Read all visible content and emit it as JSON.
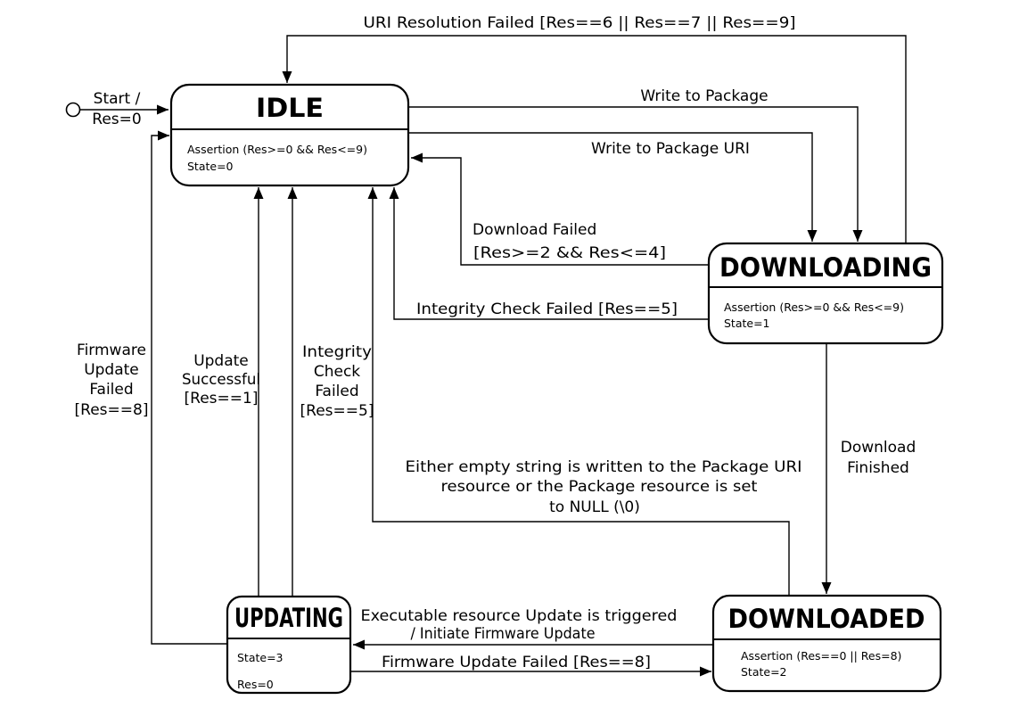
{
  "figure": {
    "kind": "firmware-update-state-machine",
    "background_color": "#ffffff",
    "line_color": "#000000"
  },
  "initial": {
    "label_lines": [
      "Start /",
      "Res=0"
    ],
    "to": "IDLE"
  },
  "states": {
    "idle": {
      "title": "IDLE",
      "body_lines": [
        "Assertion (Res>=0 && Res<=9)",
        "State=0"
      ]
    },
    "downloading": {
      "title": "DOWNLOADING",
      "body_lines": [
        "Assertion (Res>=0 && Res<=9)",
        "State=1"
      ]
    },
    "downloaded": {
      "title": "DOWNLOADED",
      "body_lines": [
        "Assertion (Res==0 || Res=8)",
        "State=2"
      ]
    },
    "updating": {
      "title": "UPDATING",
      "body_lines": [
        "State=3",
        "Res=0"
      ]
    }
  },
  "transitions": {
    "uri_resolution_failed": {
      "from": "DOWNLOADING",
      "to": "IDLE",
      "label_lines": [
        "URI Resolution Failed [Res==6 || Res==7 || Res==9]"
      ]
    },
    "write_to_package": {
      "from": "IDLE",
      "to": "DOWNLOADING",
      "label_lines": [
        "Write to Package"
      ]
    },
    "write_to_package_uri": {
      "from": "IDLE",
      "to": "DOWNLOADING",
      "label_lines": [
        "Write to Package URI"
      ]
    },
    "download_failed": {
      "from": "DOWNLOADING",
      "to": "IDLE",
      "label_lines": [
        "Download Failed",
        "[Res>=2 && Res<=4]"
      ]
    },
    "integrity_check_failed_downloading": {
      "from": "DOWNLOADING",
      "to": "IDLE",
      "label_lines": [
        "Integrity Check Failed [Res==5]"
      ]
    },
    "download_finished": {
      "from": "DOWNLOADING",
      "to": "DOWNLOADED",
      "label_lines": [
        "Download",
        "Finished"
      ]
    },
    "package_cleared": {
      "from": "DOWNLOADED",
      "to": "IDLE",
      "label_lines": [
        "Either empty string is written to the Package URI",
        "resource or the Package resource is set",
        "to NULL (\\0)"
      ]
    },
    "firmware_update_failed_to_idle": {
      "from": "UPDATING",
      "to": "IDLE",
      "label_lines": [
        "Firmware",
        "Update",
        "Failed",
        "[Res==8]"
      ]
    },
    "update_successful": {
      "from": "UPDATING",
      "to": "IDLE",
      "label_lines": [
        "Update",
        "Successful",
        "[Res==1]"
      ]
    },
    "integrity_check_failed_updating": {
      "from": "UPDATING",
      "to": "IDLE",
      "label_lines": [
        "Integrity",
        "Check",
        "Failed",
        "[Res==5]"
      ]
    },
    "execute_update": {
      "from": "DOWNLOADED",
      "to": "UPDATING",
      "label_lines": [
        "Executable resource Update is triggered",
        "/ Initiate Firmware Update"
      ]
    },
    "firmware_update_failed_to_downloaded": {
      "from": "UPDATING",
      "to": "DOWNLOADED",
      "label_lines": [
        "Firmware Update Failed [Res==8]"
      ]
    }
  }
}
